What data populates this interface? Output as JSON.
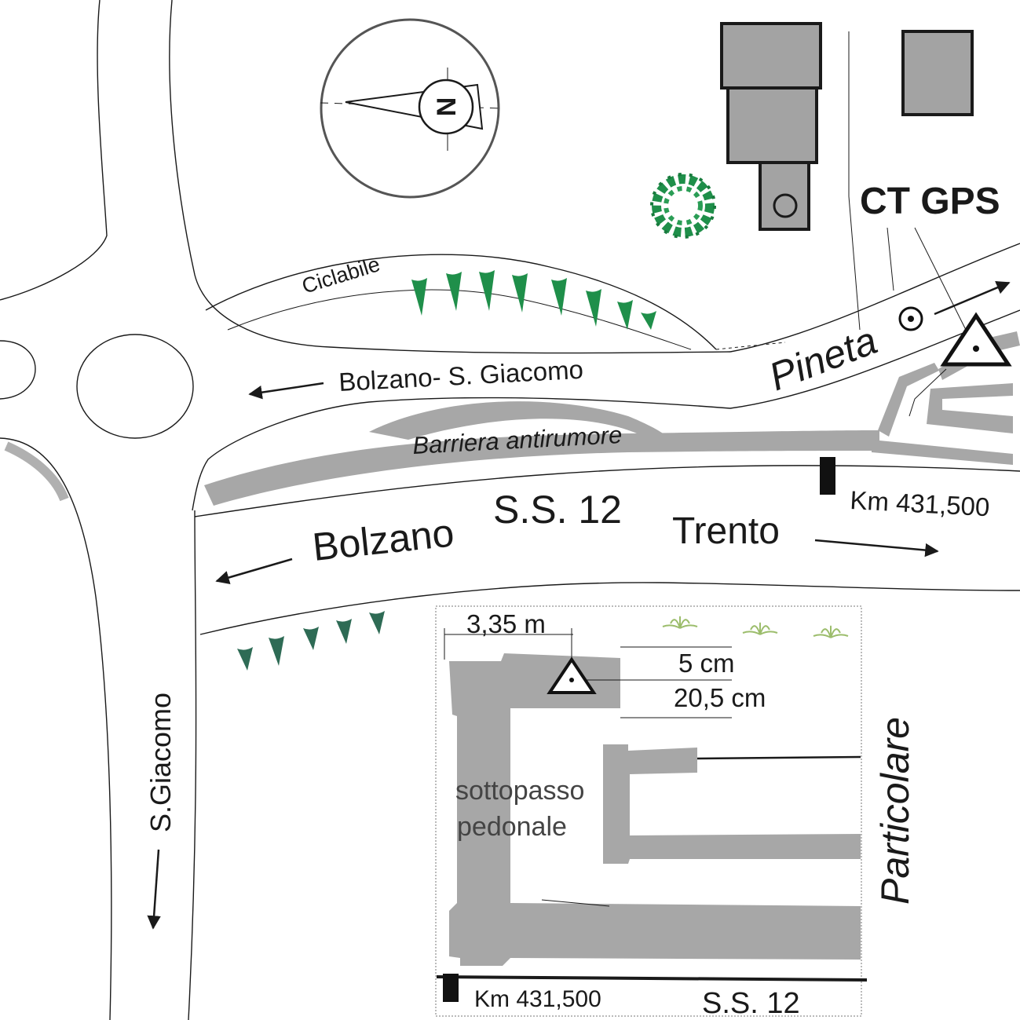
{
  "labels": {
    "ciclabile": "Ciclabile",
    "bolzano_s_giacomo": "Bolzano- S. Giacomo",
    "pineta": "Pineta",
    "ct_gps": "CT GPS",
    "barriera": "Barriera antirumore",
    "ss12_main": "S.S. 12",
    "bolzano": "Bolzano",
    "trento": "Trento",
    "km_main": "Km 431,500",
    "s_giacomo": "S.Giacomo",
    "particolare": "Particolare"
  },
  "compass": {
    "letter": "N"
  },
  "detail": {
    "dim_335": "3,35 m",
    "dim_5cm": "5 cm",
    "dim_205": "20,5 cm",
    "sottopasso_1": "sottopasso",
    "sottopasso_2": "pedonale",
    "km": "Km 431,500",
    "ss12": "S.S. 12"
  },
  "colors": {
    "structure_grey": "#a7a7a7",
    "building_grey": "#a3a3a3",
    "tree_green": "#1f8f4a",
    "grass_green": "#9cbd6c",
    "line": "#1a1a1a"
  }
}
